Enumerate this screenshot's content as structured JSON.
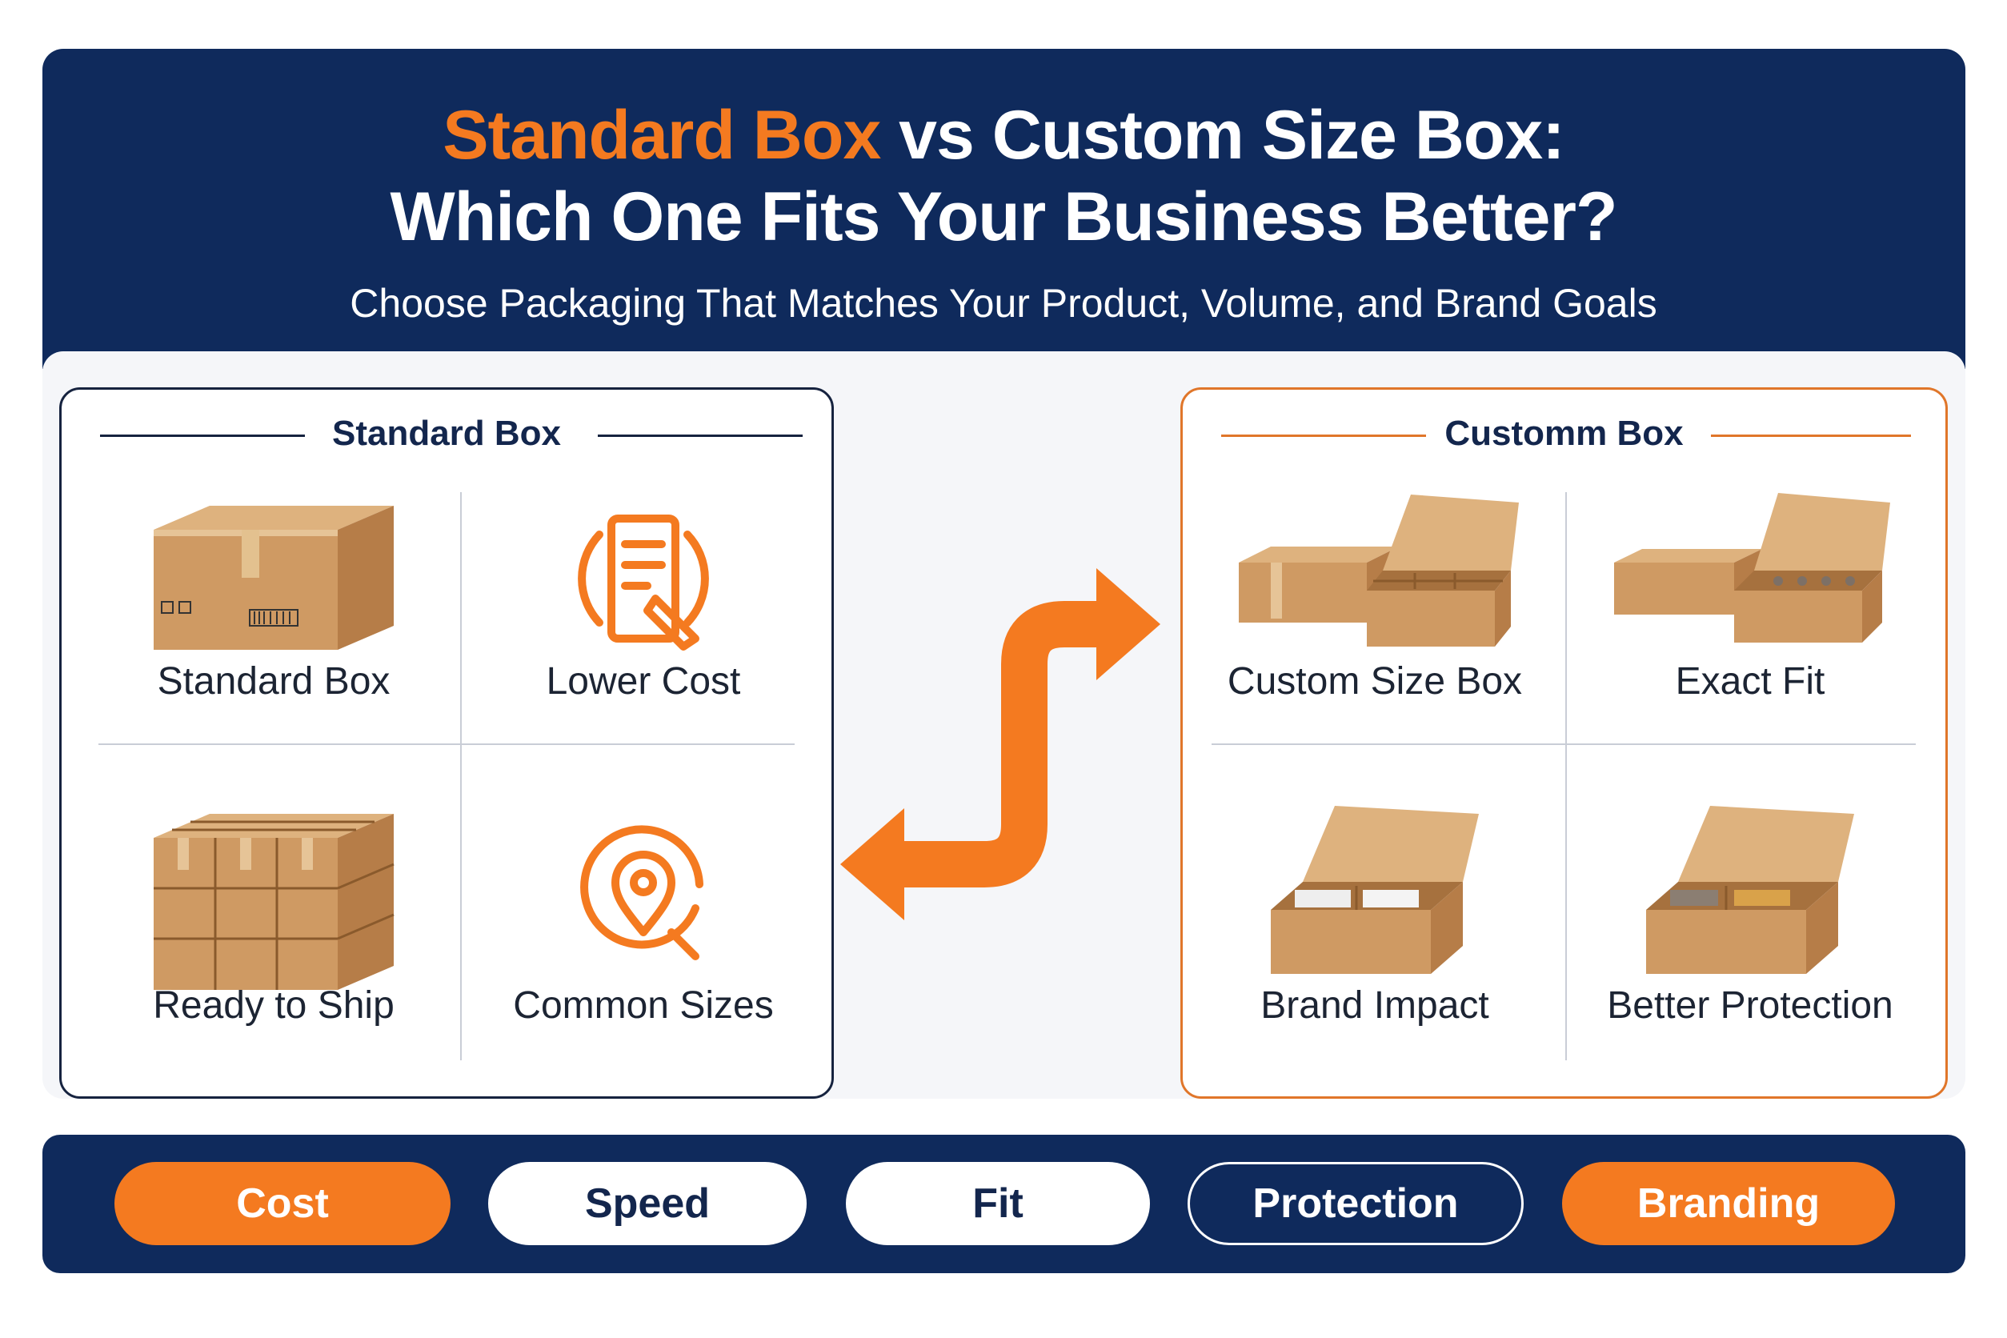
{
  "header": {
    "title_orange": "Standard Box",
    "title_rest": " vs Custom Size Box:",
    "title_line2": "Which One Fits Your Business Better?",
    "subtitle": "Choose Packaging That Matches Your Product, Volume, and Brand Goals"
  },
  "standard_panel": {
    "title": "Standard Box",
    "items": [
      {
        "label": "Standard Box",
        "icon": "cardboard-box-icon"
      },
      {
        "label": "Lower Cost",
        "icon": "document-tag-icon"
      },
      {
        "label": "Ready to Ship",
        "icon": "stacked-boxes-icon"
      },
      {
        "label": "Common Sizes",
        "icon": "location-search-icon"
      }
    ]
  },
  "custom_panel": {
    "title": "Customm Box",
    "items": [
      {
        "label": "Custom Size Box",
        "icon": "custom-box-icon"
      },
      {
        "label": "Exact Fit",
        "icon": "insert-box-icon"
      },
      {
        "label": "Brand Impact",
        "icon": "open-box-icon"
      },
      {
        "label": "Better Protection",
        "icon": "padded-box-icon"
      }
    ]
  },
  "pills": [
    {
      "label": "Cost",
      "style": "orange"
    },
    {
      "label": "Speed",
      "style": "white"
    },
    {
      "label": "Fit",
      "style": "white"
    },
    {
      "label": "Protection",
      "style": "outline"
    },
    {
      "label": "Branding",
      "style": "orange"
    }
  ],
  "colors": {
    "navy": "#0f2a5c",
    "orange": "#f47a20",
    "kraft": "#cf9a63"
  }
}
